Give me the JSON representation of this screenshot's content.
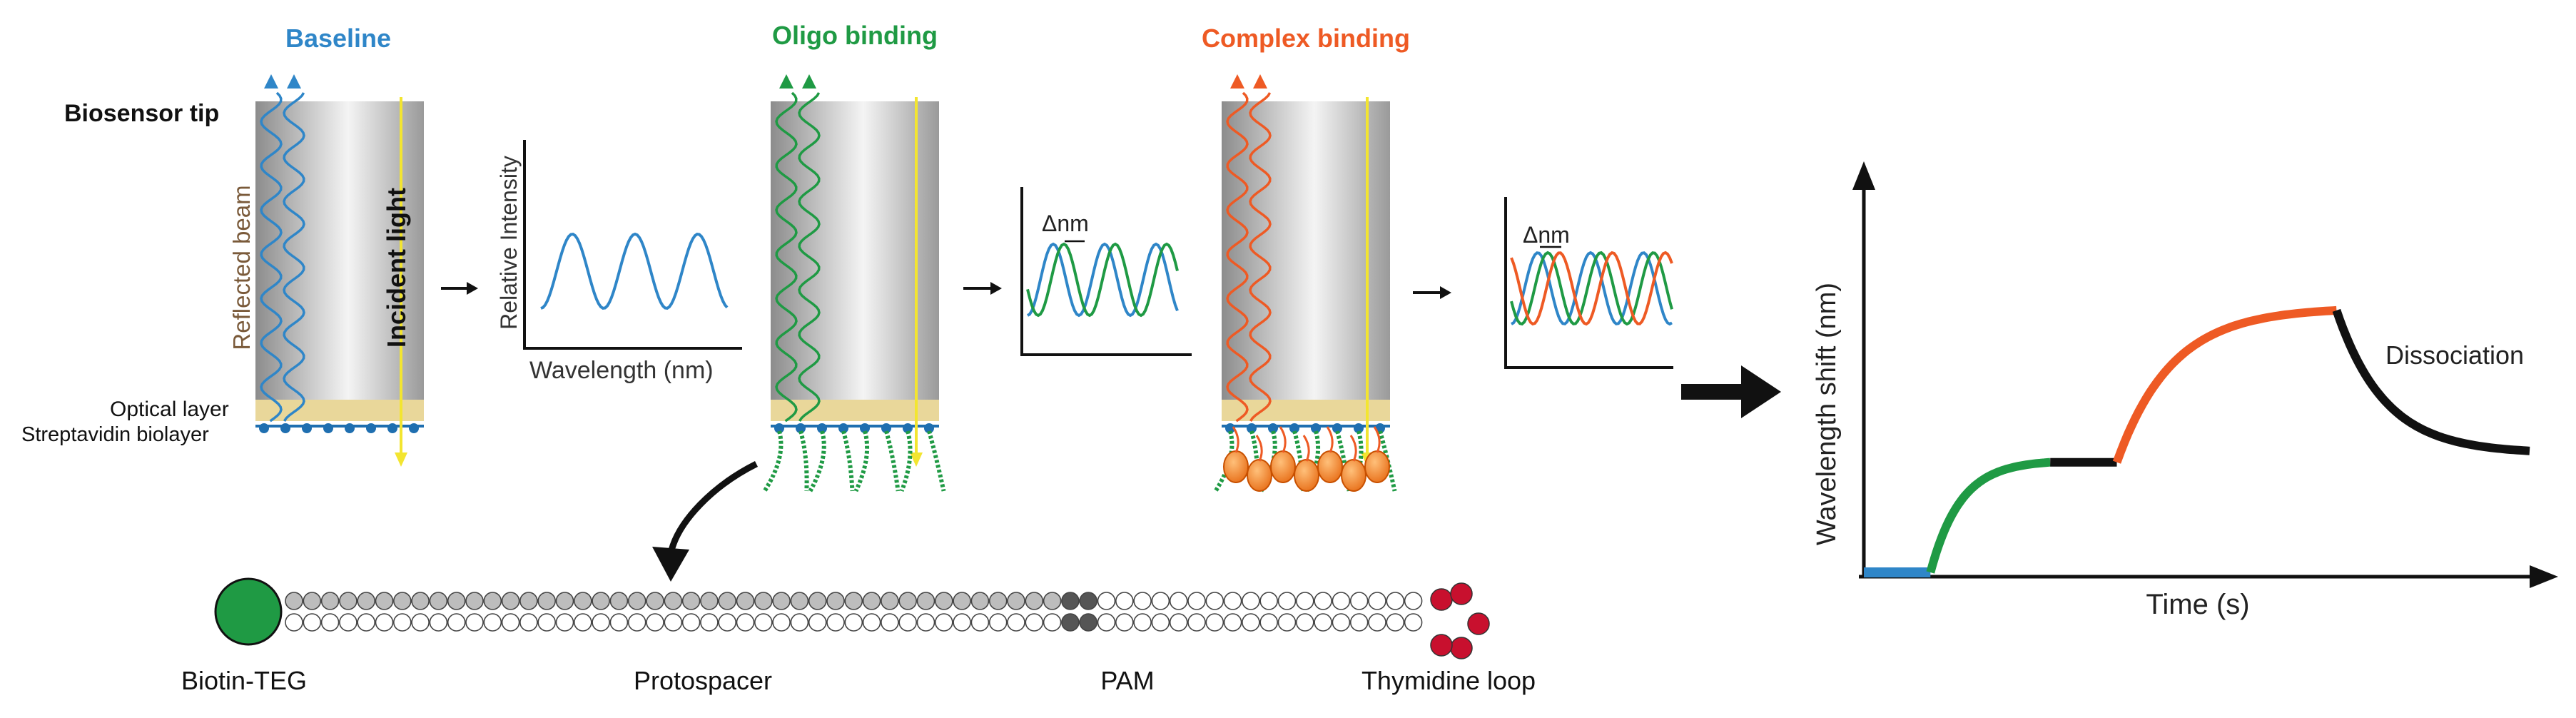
{
  "colors": {
    "baseline": "#2f86c8",
    "oligo": "#1f9a44",
    "complex": "#ee5a24",
    "incident": "#f3e530",
    "optical_layer": "#e9d79a",
    "strep": "#1f6fb0",
    "biotin": "#1f9a44",
    "thymidine": "#c8102e",
    "pam": "#555555",
    "protospacer": "#bdbdbd",
    "plain_bead": "#ffffff",
    "black": "#111111",
    "beam_label": "#7a5a3a"
  },
  "panels": {
    "baseline": {
      "title": "Baseline"
    },
    "oligo": {
      "title": "Oligo binding"
    },
    "complex": {
      "title": "Complex binding"
    }
  },
  "tip": {
    "label": "Biosensor tip",
    "reflected_beam": "Reflected beam",
    "incident_light": "Incident light",
    "optical_layer": "Optical layer",
    "strep_layer": "Streptavidin biolayer"
  },
  "spectrum": {
    "ylabel": "Relative Intensity",
    "xlabel": "Wavelength (nm)",
    "shift_label_1": "Δnm",
    "shift_label_2": "Δnm"
  },
  "oligo_strand": {
    "labels": {
      "biotin": "Biotin-TEG",
      "protospacer": "Protospacer",
      "pam": "PAM",
      "thymidine": "Thymidine loop"
    },
    "bead_pattern": [
      "p",
      "p",
      "p",
      "p",
      "p",
      "p",
      "p",
      "p",
      "p",
      "p",
      "p",
      "p",
      "p",
      "p",
      "p",
      "p",
      "p",
      "p",
      "p",
      "p",
      "p",
      "p",
      "p",
      "p",
      "p",
      "p",
      "p",
      "p",
      "p",
      "p",
      "p",
      "p",
      "p",
      "p",
      "p",
      "p",
      "p",
      "p",
      "p",
      "p",
      "p",
      "p",
      "p",
      "d",
      "d",
      "w",
      "w",
      "w",
      "w",
      "w",
      "w",
      "w",
      "w",
      "w",
      "w",
      "w",
      "w",
      "w",
      "w",
      "w",
      "w",
      "w",
      "w"
    ]
  },
  "chart_data": {
    "type": "line",
    "title": "",
    "xlabel": "Time (s)",
    "ylabel": "Wavelength shift (nm)",
    "annotation": "Dissociation",
    "grid": false,
    "legend": "none",
    "xlim": [
      0,
      100
    ],
    "ylim": [
      0,
      100
    ],
    "series": [
      {
        "phase": "baseline",
        "color": "#2f86c8",
        "x": [
          0,
          10
        ],
        "y": [
          0,
          0
        ],
        "shape": "flat"
      },
      {
        "phase": "oligo-association",
        "color": "#1f9a44",
        "x": [
          10,
          28
        ],
        "y": [
          0,
          29
        ],
        "shape": "rise"
      },
      {
        "phase": "oligo-plateau",
        "color": "#111111",
        "x": [
          28,
          38
        ],
        "y": [
          29,
          29
        ],
        "shape": "flat"
      },
      {
        "phase": "complex-association",
        "color": "#ee5a24",
        "x": [
          38,
          71
        ],
        "y": [
          29,
          69
        ],
        "shape": "rise"
      },
      {
        "phase": "dissociation",
        "color": "#111111",
        "x": [
          71,
          100
        ],
        "y": [
          69,
          32
        ],
        "shape": "decay"
      }
    ]
  }
}
